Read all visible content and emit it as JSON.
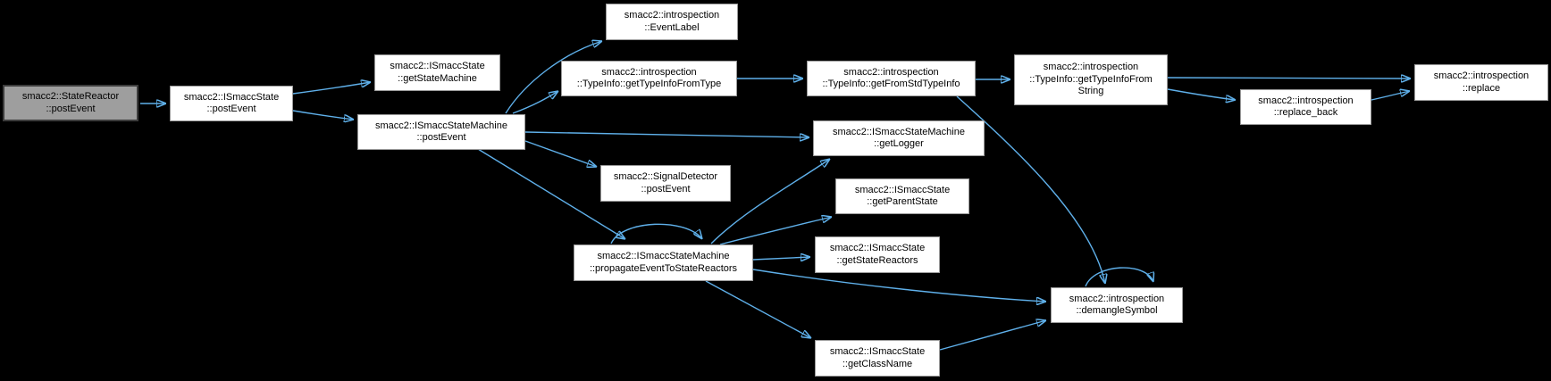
{
  "diagram": {
    "kind": "doxygen-call-graph",
    "background_color": "#000000",
    "edge_color": "#5fb0ea",
    "node_fill": "#ffffff",
    "node_border_color": "#9a9a9a",
    "node_text_color": "#000000",
    "highlighted_node_fill": "#9e9e9e",
    "highlighted_node_border_color": "#3c3c3c"
  },
  "nodes": [
    {
      "id": "smacc2::StateReactor::postEvent",
      "lines": [
        "smacc2::StateReactor",
        "::postEvent"
      ],
      "highlighted": true
    },
    {
      "id": "smacc2::ISmaccState::postEvent",
      "lines": [
        "smacc2::ISmaccState",
        "::postEvent"
      ],
      "highlighted": false
    },
    {
      "id": "smacc2::ISmaccState::getStateMachine",
      "lines": [
        "smacc2::ISmaccState",
        "::getStateMachine"
      ],
      "highlighted": false
    },
    {
      "id": "smacc2::ISmaccStateMachine::postEvent",
      "lines": [
        "smacc2::ISmaccStateMachine",
        "::postEvent"
      ],
      "highlighted": false
    },
    {
      "id": "smacc2::introspection::EventLabel",
      "lines": [
        "smacc2::introspection",
        "::EventLabel"
      ],
      "highlighted": false
    },
    {
      "id": "smacc2::introspection::TypeInfo::getTypeInfoFromType",
      "lines": [
        "smacc2::introspection",
        "::TypeInfo::getTypeInfoFromType"
      ],
      "highlighted": false
    },
    {
      "id": "smacc2::introspection::TypeInfo::getFromStdTypeInfo",
      "lines": [
        "smacc2::introspection",
        "::TypeInfo::getFromStdTypeInfo"
      ],
      "highlighted": false
    },
    {
      "id": "smacc2::introspection::TypeInfo::getTypeInfoFromString",
      "lines": [
        "smacc2::introspection",
        "::TypeInfo::getTypeInfoFrom",
        "String"
      ],
      "highlighted": false
    },
    {
      "id": "smacc2::ISmaccStateMachine::getLogger",
      "lines": [
        "smacc2::ISmaccStateMachine",
        "::getLogger"
      ],
      "highlighted": false
    },
    {
      "id": "smacc2::SignalDetector::postEvent",
      "lines": [
        "smacc2::SignalDetector",
        "::postEvent"
      ],
      "highlighted": false
    },
    {
      "id": "smacc2::ISmaccStateMachine::propagateEventToStateReactors",
      "lines": [
        "smacc2::ISmaccStateMachine",
        "::propagateEventToStateReactors"
      ],
      "highlighted": false
    },
    {
      "id": "smacc2::ISmaccState::getParentState",
      "lines": [
        "smacc2::ISmaccState",
        "::getParentState"
      ],
      "highlighted": false
    },
    {
      "id": "smacc2::ISmaccState::getStateReactors",
      "lines": [
        "smacc2::ISmaccState",
        "::getStateReactors"
      ],
      "highlighted": false
    },
    {
      "id": "smacc2::ISmaccState::getClassName",
      "lines": [
        "smacc2::ISmaccState",
        "::getClassName"
      ],
      "highlighted": false
    },
    {
      "id": "smacc2::introspection::demangleSymbol",
      "lines": [
        "smacc2::introspection",
        "::demangleSymbol"
      ],
      "highlighted": false
    },
    {
      "id": "smacc2::introspection::replace_back",
      "lines": [
        "smacc2::introspection",
        "::replace_back"
      ],
      "highlighted": false
    },
    {
      "id": "smacc2::introspection::replace",
      "lines": [
        "smacc2::introspection",
        "::replace"
      ],
      "highlighted": false
    }
  ],
  "edges": [
    {
      "from": "smacc2::StateReactor::postEvent",
      "to": "smacc2::ISmaccState::postEvent"
    },
    {
      "from": "smacc2::ISmaccState::postEvent",
      "to": "smacc2::ISmaccState::getStateMachine"
    },
    {
      "from": "smacc2::ISmaccState::postEvent",
      "to": "smacc2::ISmaccStateMachine::postEvent"
    },
    {
      "from": "smacc2::ISmaccStateMachine::postEvent",
      "to": "smacc2::introspection::EventLabel"
    },
    {
      "from": "smacc2::ISmaccStateMachine::postEvent",
      "to": "smacc2::introspection::TypeInfo::getTypeInfoFromType"
    },
    {
      "from": "smacc2::ISmaccStateMachine::postEvent",
      "to": "smacc2::ISmaccStateMachine::getLogger"
    },
    {
      "from": "smacc2::ISmaccStateMachine::postEvent",
      "to": "smacc2::SignalDetector::postEvent"
    },
    {
      "from": "smacc2::ISmaccStateMachine::postEvent",
      "to": "smacc2::ISmaccStateMachine::propagateEventToStateReactors"
    },
    {
      "from": "smacc2::introspection::TypeInfo::getTypeInfoFromType",
      "to": "smacc2::introspection::TypeInfo::getFromStdTypeInfo"
    },
    {
      "from": "smacc2::introspection::TypeInfo::getFromStdTypeInfo",
      "to": "smacc2::introspection::TypeInfo::getTypeInfoFromString"
    },
    {
      "from": "smacc2::introspection::TypeInfo::getFromStdTypeInfo",
      "to": "smacc2::introspection::demangleSymbol"
    },
    {
      "from": "smacc2::introspection::TypeInfo::getTypeInfoFromString",
      "to": "smacc2::introspection::replace"
    },
    {
      "from": "smacc2::introspection::TypeInfo::getTypeInfoFromString",
      "to": "smacc2::introspection::replace_back"
    },
    {
      "from": "smacc2::introspection::replace_back",
      "to": "smacc2::introspection::replace"
    },
    {
      "from": "smacc2::ISmaccStateMachine::propagateEventToStateReactors",
      "to": "smacc2::ISmaccStateMachine::propagateEventToStateReactors",
      "self_loop": true
    },
    {
      "from": "smacc2::ISmaccStateMachine::propagateEventToStateReactors",
      "to": "smacc2::ISmaccStateMachine::getLogger"
    },
    {
      "from": "smacc2::ISmaccStateMachine::propagateEventToStateReactors",
      "to": "smacc2::ISmaccState::getParentState"
    },
    {
      "from": "smacc2::ISmaccStateMachine::propagateEventToStateReactors",
      "to": "smacc2::ISmaccState::getStateReactors"
    },
    {
      "from": "smacc2::ISmaccStateMachine::propagateEventToStateReactors",
      "to": "smacc2::introspection::demangleSymbol"
    },
    {
      "from": "smacc2::ISmaccStateMachine::propagateEventToStateReactors",
      "to": "smacc2::ISmaccState::getClassName"
    },
    {
      "from": "smacc2::ISmaccState::getClassName",
      "to": "smacc2::introspection::demangleSymbol"
    },
    {
      "from": "smacc2::introspection::demangleSymbol",
      "to": "smacc2::introspection::demangleSymbol",
      "self_loop": true
    }
  ]
}
